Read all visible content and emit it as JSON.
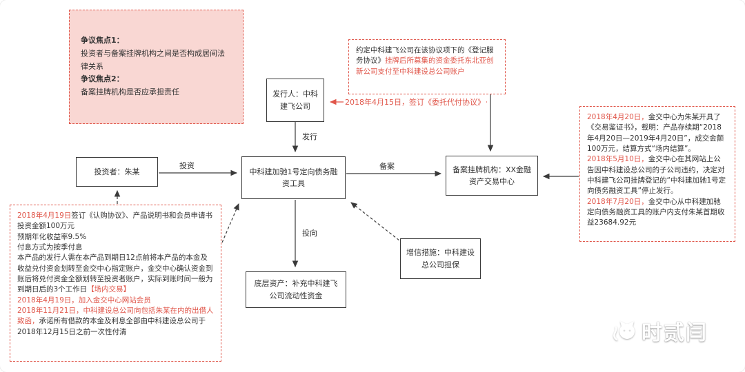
{
  "colors": {
    "red": "#e0564a",
    "pink": "#f9d7d3",
    "ink": "#333333"
  },
  "nodes": {
    "issuer": {
      "label": "发行人：中科建飞公司"
    },
    "investor": {
      "label": "投资者：朱某"
    },
    "product": {
      "label": "中科建加驰1号定向债务融资工具"
    },
    "filing": {
      "label": "备案挂牌机构：XX金融资产交易中心"
    },
    "underlying": {
      "label": "底层资产：补充中科建飞公司流动性资金"
    },
    "credit": {
      "label": "增信措施：中科建设总公司担保"
    }
  },
  "edges": {
    "issue": "发行",
    "invest": "投资",
    "filing": "备案",
    "invest_to": "投向",
    "delegate": "2018年4月15日，签订《委托代付协议》"
  },
  "notes": {
    "dispute": {
      "segments": [
        {
          "text": "争议焦点1：",
          "bold": true
        },
        {
          "text": "投资者与备案挂牌机构之间是否构成居间法律关系\n"
        },
        {
          "text": "争议焦点2：",
          "bold": true
        },
        {
          "text": "备案挂牌机构是否应承担责任"
        }
      ]
    },
    "delegate": {
      "segments": [
        {
          "text": "约定中科建飞公司在该协议项下的《登记服务协议》"
        },
        {
          "text": "挂牌后所募集的资金委托东北亚创新公司支付至中科建设总公司账户",
          "color": "red"
        }
      ]
    },
    "exchange": {
      "segments": [
        {
          "text": "2018年4月20日，",
          "color": "red"
        },
        {
          "text": "金交中心为朱某开具了《交易鉴证书》，载明：产品存续期“2018年4月20日—2019年4月20日”，成交金额100万元，结算方式“场内结算”。\n"
        },
        {
          "text": "2018年5月10日，",
          "color": "red"
        },
        {
          "text": "金交中心在其网站上公告因中科建设总公司的子公司违约，决定对中科建飞公司挂牌登记的“中科建加驰1号定向债务融资工具”停止发行。\n"
        },
        {
          "text": "2018年7月20日，",
          "color": "red"
        },
        {
          "text": "金交中心从中科建加驰定向债务融资工具的账户内支付朱某首期收益23684.92元"
        }
      ]
    },
    "purchase": {
      "segments": [
        {
          "text": "2018年4月19日",
          "color": "red"
        },
        {
          "text": "签订《认购协议》、产品说明书和会员申请书\n投资金额100万元\n预期年化收益率9.5%\n付息方式为按季付息\n本产品的发行人需在本产品到期日12点前将本产品的本金及收益兑付资金划转至金交中心指定账户，金交中心确认资金到账后将兑付资金全额划转至投资者账户，实际到账时间一般为到期日后的3个工作日"
        },
        {
          "text": "【场内交易】",
          "color": "red"
        },
        {
          "text": "\n"
        },
        {
          "text": "2018年4月19日，加入金交中心网站会员\n2018年11月21日，中科建设总公司向包括朱某在内的出借人致函，",
          "color": "red"
        },
        {
          "text": "承诺所有借款的本金及利息全部由中科建设总公司于2018年12月15日之前一次性付清"
        }
      ]
    }
  },
  "watermark": {
    "text": "时贰闫"
  }
}
